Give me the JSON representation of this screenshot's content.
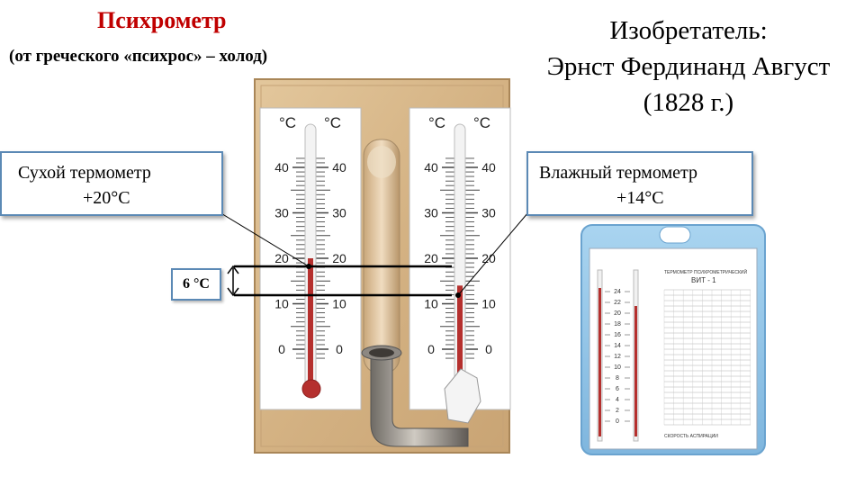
{
  "header": {
    "title": "Психрометр",
    "subtitle": "(от греческого «психрос» – холод)"
  },
  "inventor": {
    "label": "Изобретатель:",
    "name": "Эрнст Фердинанд Август",
    "year": "(1828 г.)"
  },
  "dry_thermometer": {
    "label": "Сухой термометр",
    "value": "+20°С",
    "reading_celsius": 20
  },
  "wet_thermometer": {
    "label": "Влажный термометр",
    "value": "+14°С",
    "reading_celsius": 14
  },
  "difference": {
    "label": "6 °С"
  },
  "scale": {
    "unit": "°С",
    "labels": [
      "40",
      "30",
      "20",
      "10",
      "0"
    ]
  },
  "device_photo": {
    "title": "ТЕРМОМЕТР ПСИХРОМЕТРИЧЕСКИЙ",
    "model": "ВИТ - 1",
    "scale_labels": [
      "24",
      "22",
      "20",
      "18",
      "16",
      "14",
      "12",
      "10",
      "8",
      "6",
      "4",
      "2",
      "0"
    ],
    "footer": "СКОРОСТЬ АСПИРАЦИИ"
  },
  "colors": {
    "title": "#c00000",
    "callout_border": "#5b89b5",
    "mercury": "#b5302e",
    "wood": "#d8b98c",
    "device_blue": "#8fc3e8"
  }
}
